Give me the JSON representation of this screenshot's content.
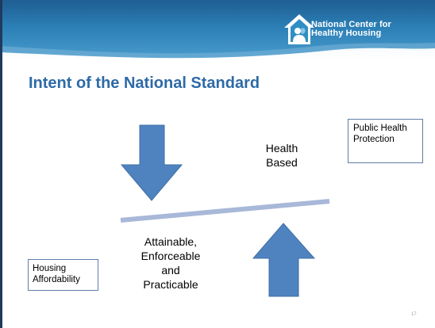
{
  "logo": {
    "line1": "National Center for",
    "line2": "Healthy Housing"
  },
  "title": "Intent of the National Standard",
  "health_based": {
    "line1": "Health",
    "line2": "Based"
  },
  "attainable": {
    "line1": "Attainable,",
    "line2": "Enforceable",
    "line3": "and",
    "line4": "Practicable"
  },
  "public_health_box": {
    "line1": "Public Health",
    "line2": "Protection"
  },
  "housing_box": {
    "line1": "Housing",
    "line2": "Affordability"
  },
  "page_number": "17",
  "colors": {
    "header": "#2b7fb6",
    "title": "#2e6aa7",
    "arrow": "#4f83c0",
    "beam": "#a8b8d8",
    "box_border": "#5f7ea7"
  }
}
